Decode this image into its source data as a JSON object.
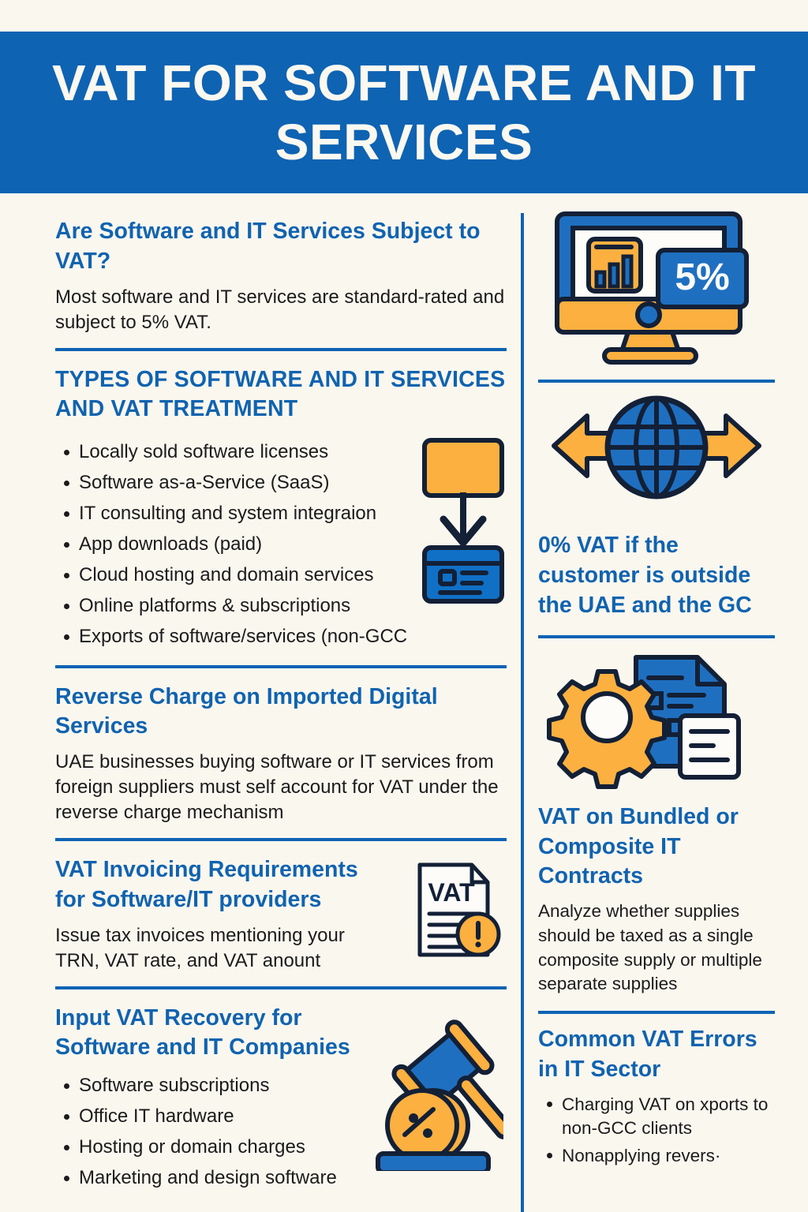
{
  "header": {
    "title": "VAT FOR SOFTWARE AND IT SERVICES",
    "bg_color": "#0e63b3",
    "text_color": "#fbf8f0"
  },
  "theme": {
    "background": "#faf7ef",
    "blue": "#0e63b3",
    "heading_blue": "#1063b0",
    "orange": "#fbb040",
    "ink": "#132036",
    "body_text": "#1b1b1b"
  },
  "left_column": {
    "sections": [
      {
        "id": "subject-to-vat",
        "heading": "Are Software and IT Services Subject to VAT?",
        "paragraph": "Most software and IT services are standard-rated and subject to 5% VAT."
      },
      {
        "id": "types-and-treatment",
        "heading": "TYPES OF SOFTWARE AND IT SERVICES AND VAT TREATMENT",
        "bullets": [
          "Locally sold software licenses",
          "Software as-a-Service (SaaS)",
          "IT consulting and system integraion",
          "App downloads (paid)",
          "Cloud hosting and domain services",
          "Online platforms & subscriptions",
          "Exports of software/services (non-GCC"
        ],
        "icon": "box-to-card-transfer-icon"
      },
      {
        "id": "reverse-charge",
        "heading": "Reverse Charge on Imported Digital Services",
        "paragraph": "UAE businesses buying software or IT services from foreign suppliers must self account for VAT under the reverse charge mechanism"
      },
      {
        "id": "invoicing-requirements",
        "heading": "VAT Invoicing Requirements for Software/IT providers",
        "paragraph": "Issue tax invoices mentioning your TRN, VAT rate, and VAT anount",
        "icon": "vat-invoice-alert-icon",
        "icon_label": "VAT"
      },
      {
        "id": "input-vat-recovery",
        "heading": "Input VAT Recovery for Software and IT Companies",
        "bullets": [
          "Software subscriptions",
          "Office IT hardware",
          "Hosting or domain charges",
          "Marketing and design software"
        ],
        "icon": "gavel-percent-coin-icon"
      }
    ]
  },
  "right_column": {
    "sections": [
      {
        "id": "standard-rate-badge",
        "icon": "monitor-chart-icon",
        "badge_value": "5%"
      },
      {
        "id": "zero-rate-export",
        "icon": "globe-arrows-icon",
        "heading": "0% VAT if the customer is outside the UAE and the GC"
      },
      {
        "id": "bundled-contracts",
        "icon": "gear-document-icon",
        "heading": "VAT on Bundled or Composite IT Contracts",
        "paragraph": "Analyze whether supplies should be taxed as a single composite supply or multiple separate supplies"
      },
      {
        "id": "common-errors",
        "heading": "Common VAT Errors in IT Sector",
        "bullets": [
          "Charging VAT on xports to non-GCC clients",
          "Nonapplying revers·"
        ]
      }
    ]
  }
}
